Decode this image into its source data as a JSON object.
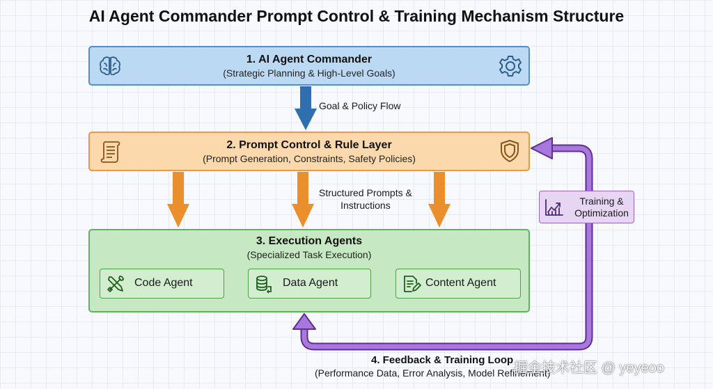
{
  "title": "AI Agent Commander Prompt Control & Training Mechanism Structure",
  "layer1": {
    "title": "1. AI Agent Commander",
    "subtitle": "(Strategic Planning & High-Level Goals)",
    "left_icon": "brain-icon",
    "right_icon": "gear-icon"
  },
  "flow1_label": "Goal & Policy Flow",
  "layer2": {
    "title": "2. Prompt Control & Rule Layer",
    "subtitle": "(Prompt Generation, Constraints, Safety Policies)",
    "left_icon": "scroll-icon",
    "right_icon": "shield-icon"
  },
  "flow2_label_line1": "Structured Prompts &",
  "flow2_label_line2": "Instructions",
  "layer3": {
    "title": "3. Execution Agents",
    "subtitle": "(Specialized Task Execution)",
    "agents": [
      {
        "label": "Code Agent",
        "icon": "tools-icon"
      },
      {
        "label": "Data Agent",
        "icon": "database-icon"
      },
      {
        "label": "Content Agent",
        "icon": "document-edit-icon"
      }
    ]
  },
  "training": {
    "line1": "Training &",
    "line2": "Optimization",
    "icon": "growth-chart-icon"
  },
  "feedback": {
    "title": "4. Feedback & Training Loop",
    "subtitle": "(Performance Data, Error Analysis, Model Refinement)"
  },
  "watermark": "掘金技术社区 @ yeyeoo",
  "colors": {
    "commander_fill": "#bcd9f4",
    "commander_border": "#4f8fd0",
    "prompt_fill": "#fbd9ac",
    "prompt_border": "#eb9a3f",
    "exec_fill": "#c6e8c2",
    "exec_border": "#5eb35e",
    "loop_purple": "#8a4fc4",
    "blue_arrow": "#2f6fb0",
    "orange_arrow": "#eb8f2c"
  }
}
